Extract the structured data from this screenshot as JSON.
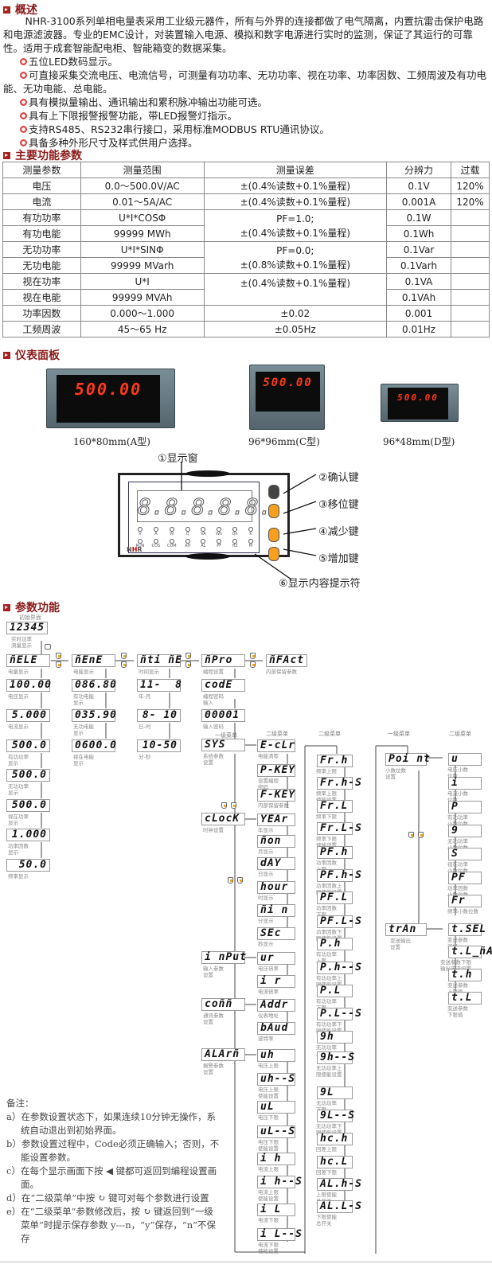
{
  "overview": {
    "title": "概述",
    "paragraph": "NHR-3100系列单相电量表采用工业级元器件，所有与外界的连接都做了电气隔离，内置抗雷击保护电路和电源滤波器。专业的EMC设计，对装置输入电源、模拟和数字电源进行实时的监测，保证了其运行的可靠性。适用于成套智能配电柜、智能箱变的数据采集。",
    "features": [
      "五位LED数码显示。",
      "可直接采集交流电压、电流信号，可测量有功功率、无功功率、视在功率、功率因数、工频周波及有功电能、无功电能、总电能。",
      "具有模拟量输出、通讯输出和累积脉冲输出功能可选。",
      "具有上下限报警报警功能，带LED报警灯指示。",
      "支持RS485、RS232串行接口，采用标准MODBUS RTU通讯协议。",
      "具备多种外形尺寸及样式供用户选择。"
    ]
  },
  "specs": {
    "title": "主要功能参数",
    "headers": [
      "测量参数",
      "测量范围",
      "测量误差",
      "分辨力",
      "过载"
    ],
    "rows": [
      {
        "param": "电压",
        "range": "0.0～500.0V/AC",
        "error": "±(0.4%读数+0.1%量程)",
        "resolution": "0.1V",
        "overload": "120%"
      },
      {
        "param": "电流",
        "range": "0.01～5A/AC",
        "error": "±(0.4%读数+0.1%量程)",
        "resolution": "0.001A",
        "overload": "120%"
      },
      {
        "param": "有功功率",
        "range": "U*I*COSΦ",
        "resolution": "0.1W",
        "overload": ""
      },
      {
        "param": "有功电能",
        "range": "99999 MWh",
        "resolution": "0.1Wh",
        "overload": ""
      },
      {
        "param": "无功功率",
        "range": "U*I*SINΦ",
        "resolution": "0.1Var",
        "overload": ""
      },
      {
        "param": "无功电能",
        "range": "99999 MVarh",
        "resolution": "0.1Varh",
        "overload": ""
      },
      {
        "param": "视在功率",
        "range": "U*I",
        "resolution": "0.1VA",
        "overload": ""
      },
      {
        "param": "视在电能",
        "range": "99999 MVAh",
        "resolution": "0.1VAh",
        "overload": ""
      },
      {
        "param": "功率因数",
        "range": "0.000～1.000",
        "error": "±0.02",
        "resolution": "0.001",
        "overload": ""
      },
      {
        "param": "工频周波",
        "range": "45～65 Hz",
        "error": "±0.05Hz",
        "resolution": "0.01Hz",
        "overload": ""
      }
    ],
    "merged_error_active": "PF=1.0;\n±(0.4%读数+0.1%量程)",
    "merged_error_reactive": "PF=0.0;\n±(0.8%读数+0.1%量程)",
    "merged_error_apparent": "±(0.4%读数+0.1%量程)"
  },
  "panels": {
    "title": "仪表面板",
    "items": [
      {
        "display": "500.00",
        "caption": "160*80mm(A型)"
      },
      {
        "display": "500.00",
        "caption": "96*96mm(C型)"
      },
      {
        "display": "500.00",
        "caption": "96*48mm(D型)"
      }
    ],
    "diagram": {
      "segments": "8.8.8.8.8.",
      "led_row1": [
        "V",
        "A",
        "W",
        "Q",
        "VA",
        "Wh",
        "Qh",
        "K"
      ],
      "led_row2": [
        "RUN",
        "COS",
        "COM",
        "AH",
        "AL",
        "PF",
        "HZ",
        "M"
      ],
      "brand": "NHR",
      "callouts": [
        "①显示窗",
        "②确认键",
        "③移位键",
        "④减少键",
        "⑤增加键",
        "⑥显示内容提示符"
      ]
    }
  },
  "params": {
    "title": "参数功能",
    "initial_label": "初始界面",
    "initial_value": "12345",
    "realtime_label": "实时功率\n测量显示",
    "top_menus": [
      {
        "code": "ñELE",
        "label": "电量显示"
      },
      {
        "code": "ñEnE",
        "label": "电能显示"
      },
      {
        "code": "ñti ñE",
        "label": "时间显示"
      },
      {
        "code": "ñPro",
        "label": "编程设置"
      },
      {
        "code": "ñFAct",
        "label": "内部保留参数"
      }
    ],
    "col_elec": [
      {
        "value": "100.00",
        "label": "电压显示"
      },
      {
        "value": "5.000",
        "label": "电流显示"
      },
      {
        "value": "500.0",
        "label": "有功功率\n显示"
      },
      {
        "value": "500.0",
        "label": "无功功率\n显示"
      },
      {
        "value": "500.0",
        "label": "视在功率\n显示"
      },
      {
        "value": "1.000",
        "label": "功率因数\n显示"
      },
      {
        "value": "50.0",
        "label": "频率显示"
      }
    ],
    "col_energy": [
      {
        "value": "086.80",
        "label": "有功电能\n显示"
      },
      {
        "value": "035.90",
        "label": "无功电能\n显示"
      },
      {
        "value": "0600.0",
        "label": "视在电能\n显示"
      }
    ],
    "col_time": [
      {
        "value": "11-  8",
        "label": "年-月"
      },
      {
        "value": "8- 10",
        "label": "日-时"
      },
      {
        "value": "10-50",
        "label": "分-秒"
      }
    ],
    "col_prog": [
      {
        "value": "codE",
        "label": "编程密码\n输入"
      },
      {
        "value": "00001",
        "label": "输入密码"
      }
    ],
    "level1_label": "一级菜单",
    "level2_label": "二级菜单",
    "level1": [
      {
        "code": "SYS",
        "label": "系统参数\n设置"
      },
      {
        "code": "cLocK",
        "label": "时钟设置"
      },
      {
        "code": "i nPut",
        "label": "输入参数\n设置"
      },
      {
        "code": "coññ",
        "label": "通讯参数\n设置"
      },
      {
        "code": "ALArñ",
        "label": "报警参数\n设置"
      },
      {
        "code": "Poi nt",
        "label": "小数位数\n设置"
      },
      {
        "code": "trAn",
        "label": "变送输出\n设置"
      }
    ],
    "sys_sub": [
      {
        "code": "E-cLr",
        "label": "电能清零"
      },
      {
        "code": "P-KEY",
        "label": "设置编程\n密码"
      },
      {
        "code": "F-KEY",
        "label": "内部保留参数"
      }
    ],
    "clock_sub": [
      {
        "code": "YEAr",
        "label": "年显示"
      },
      {
        "code": "ñon",
        "label": "月显示"
      },
      {
        "code": "dAY",
        "label": "日显示"
      },
      {
        "code": "hour",
        "label": "时显示"
      },
      {
        "code": "ñi n",
        "label": "分显示"
      },
      {
        "code": "SEc",
        "label": "秒显示"
      }
    ],
    "input_sub": [
      {
        "code": "ur",
        "label": "电压倍率"
      },
      {
        "code": "i r",
        "label": "电流倍率"
      }
    ],
    "comm_sub": [
      {
        "code": "Addr",
        "label": "仪表地址"
      },
      {
        "code": "bAud",
        "label": "波特率"
      }
    ],
    "alarm_sub": [
      {
        "code": "uh",
        "label": "电压上限"
      },
      {
        "code": "uh--S",
        "label": "电压上限\n使能设置"
      },
      {
        "code": "uL",
        "label": "电压下限"
      },
      {
        "code": "uL--S",
        "label": "电压下限\n使能设置"
      },
      {
        "code": "i h",
        "label": "电流上限"
      },
      {
        "code": "i h--S",
        "label": "电流上限\n使能设置"
      },
      {
        "code": "i L",
        "label": "电流下限"
      },
      {
        "code": "i L--S",
        "label": "电流下限\n使能设置"
      }
    ],
    "alarm_sub2": [
      {
        "code": "Fr.h",
        "label": "频率上限"
      },
      {
        "code": "Fr.h-S",
        "label": "频率上限\n使能设置"
      },
      {
        "code": "Fr.L",
        "label": "频率下限"
      },
      {
        "code": "Fr.L-S",
        "label": "频率下限\n使能设置"
      },
      {
        "code": "PF.h",
        "label": "功率因数\n上限"
      },
      {
        "code": "PF.h-S",
        "label": "功率因数上\n限使能设置"
      },
      {
        "code": "PF.L",
        "label": "功率因数\n下限"
      },
      {
        "code": "PF.L-S",
        "label": "功率因数下\n限使能设置"
      },
      {
        "code": "P.h",
        "label": "有功功率\n上限"
      },
      {
        "code": "P.h--S",
        "label": "有功功率上\n限使能设置"
      },
      {
        "code": "P.L",
        "label": "有功功率\n下限"
      },
      {
        "code": "P.L--S",
        "label": "有功功率下\n限使能设置"
      },
      {
        "code": "9h",
        "label": "无功功率\n上限"
      },
      {
        "code": "9h--S",
        "label": "无功功率上\n限使能设置"
      },
      {
        "code": "9L",
        "label": "无功功率\n下限"
      },
      {
        "code": "9L--S",
        "label": "无功功率下\n限使能设置"
      },
      {
        "code": "hc.h",
        "label": "回差上限"
      },
      {
        "code": "hc.L",
        "label": "回差下限"
      },
      {
        "code": "AL.h-S",
        "label": "上限使能\n总开关"
      },
      {
        "code": "AL.L-S",
        "label": "下限使能\n总开关"
      }
    ],
    "point_sub": [
      {
        "code": "u",
        "label": "电压小数\n位数"
      },
      {
        "code": "i",
        "label": "电流小数\n位数"
      },
      {
        "code": "P",
        "label": "有功功率\n小数位数"
      },
      {
        "code": "9",
        "label": "无功功率\n小数位数"
      },
      {
        "code": "S",
        "label": "视在功率\n小数位数"
      },
      {
        "code": "PF",
        "label": "功率因数\n小数位数"
      },
      {
        "code": "Fr",
        "label": "频率小数位数"
      }
    ],
    "tran_sub": [
      {
        "code": "t.SEL",
        "label": "变送参数\n选择"
      },
      {
        "code": "t.L_ñA",
        "label": "变送参数下限\n输出电流设置"
      },
      {
        "code": "t.h",
        "label": "变送参数\n上限值"
      },
      {
        "code": "t.L",
        "label": "变送参数\n下限值"
      }
    ]
  },
  "notes": {
    "title": "备注：",
    "items": [
      "a）在参数设置状态下，如果连续10分钟无操作，系统自动退出到初始界面。",
      "b）参数设置过程中，Code必须正确输入；否则，不能设置参数。",
      "c）在每个显示画面下按 ◀ 键都可返回到编程设置画面。",
      "d）在“二级菜单”中按 ↻ 键可对每个参数进行设置",
      "e）在“二级菜单”参数修改后，按 ↻ 键返回到“一级菜单”时提示保存参数 y---n，“y”保存，“n”不保存"
    ]
  },
  "colors": {
    "section_title": "#8b1a1a",
    "led_red": "#ff3a1a",
    "key_orange": "#f6a020"
  }
}
